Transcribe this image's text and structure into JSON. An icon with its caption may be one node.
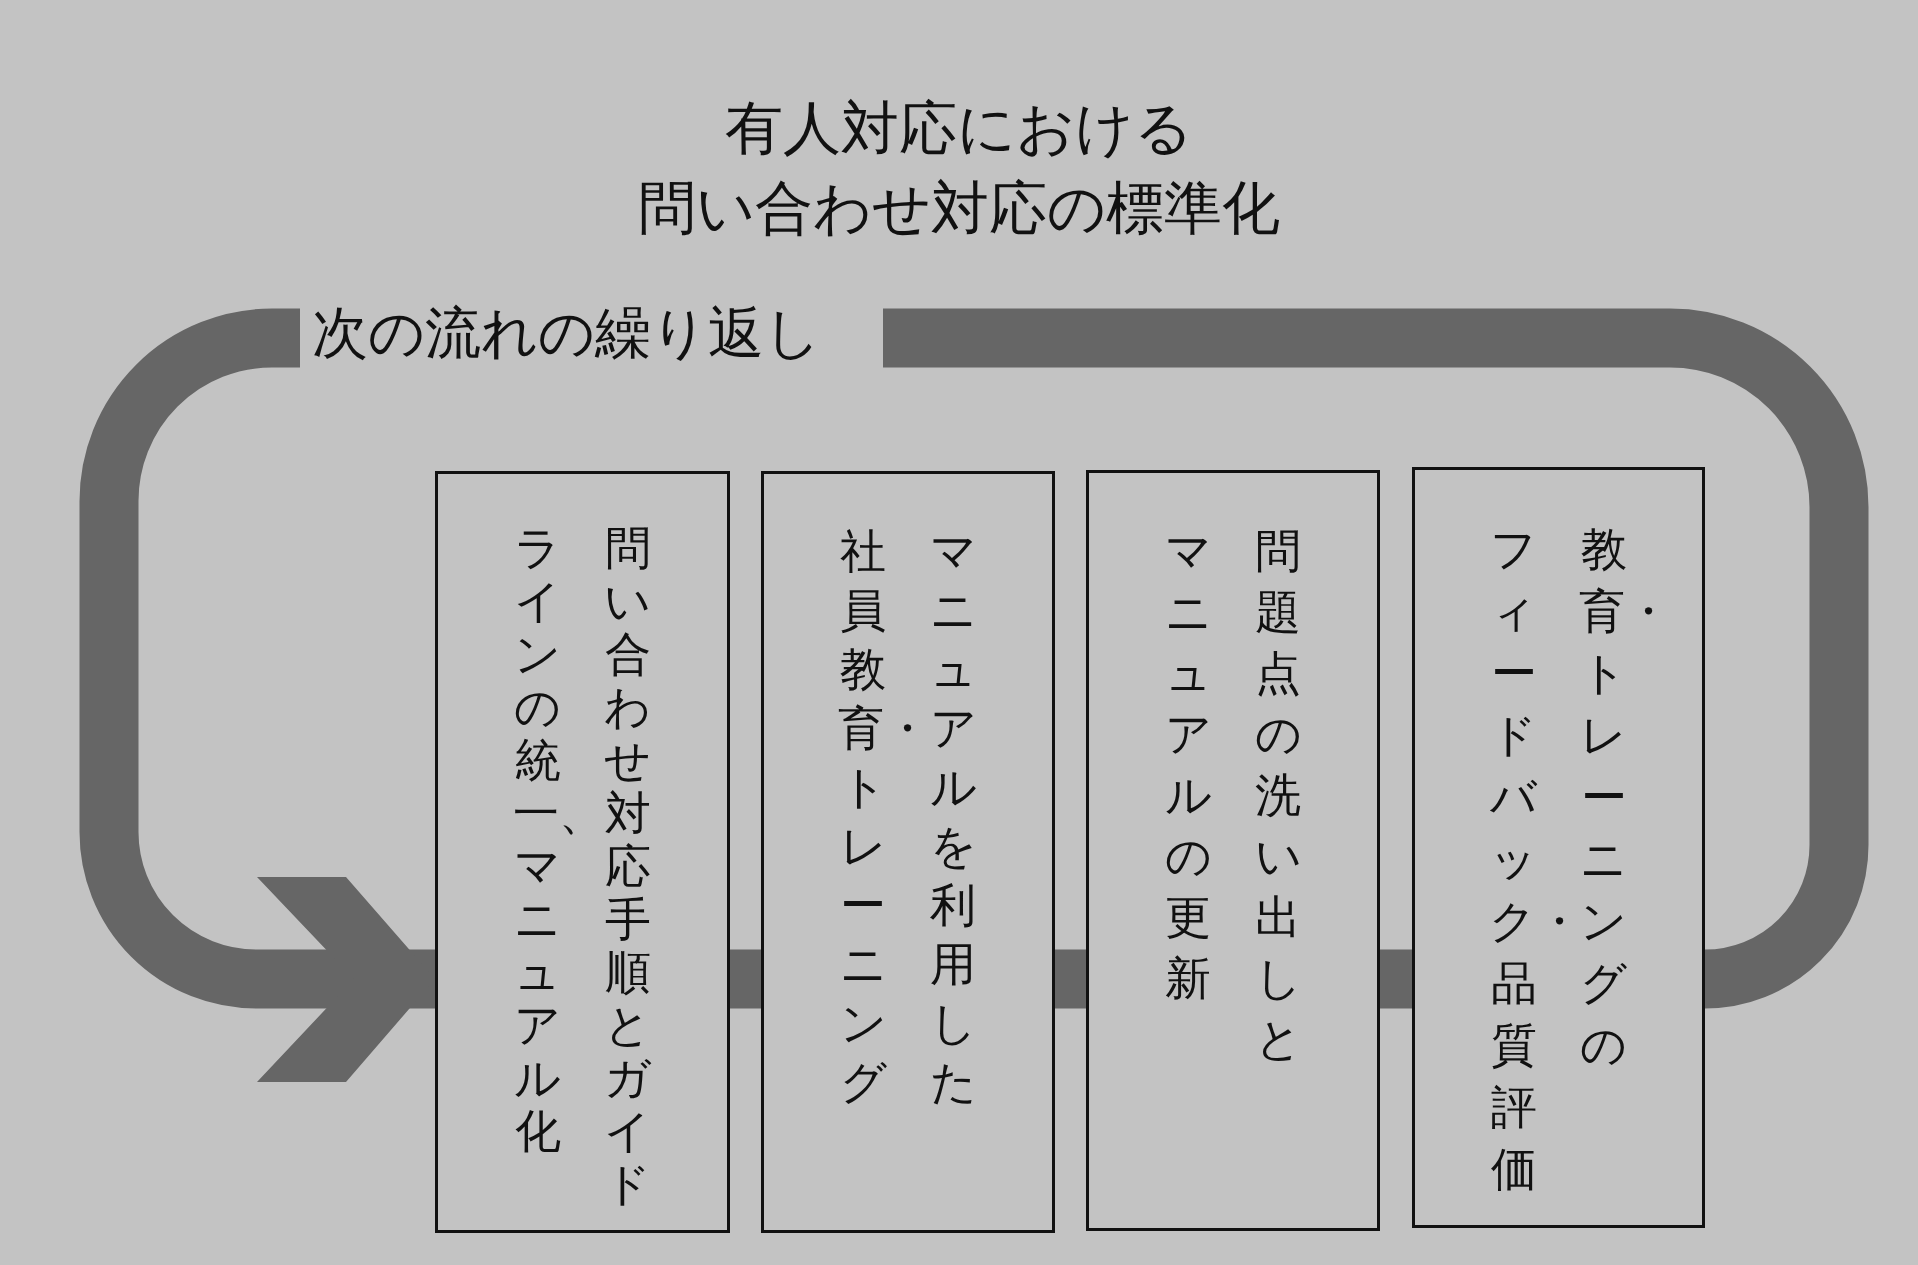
{
  "diagram": {
    "title": "有人対応における問い合わせ対応の標準化",
    "nodes": [
      {
        "text": [
          "問い合わせ対応手順とガイドラインの統一、マニュアル化"
        ]
      },
      {
        "text": [
          "マニュアルを利用した社員教育・トレーニング"
        ]
      },
      {
        "text": [
          "問題点の洗い出しとマニュアルの更新"
        ]
      },
      {
        "text": [
          "教育・トレーニングのフィードバック・品質評価"
        ]
      }
    ],
    "edges": [
      {
        "from": 0,
        "to": 1,
        "arrow": "none"
      },
      {
        "from": 1,
        "to": 2,
        "arrow": "none"
      },
      {
        "from": 2,
        "to": 3,
        "arrow": "none"
      },
      {
        "from": 3,
        "to": 0,
        "arrow": "to",
        "label": "次の流れの繰り返し"
      }
    ]
  }
}
